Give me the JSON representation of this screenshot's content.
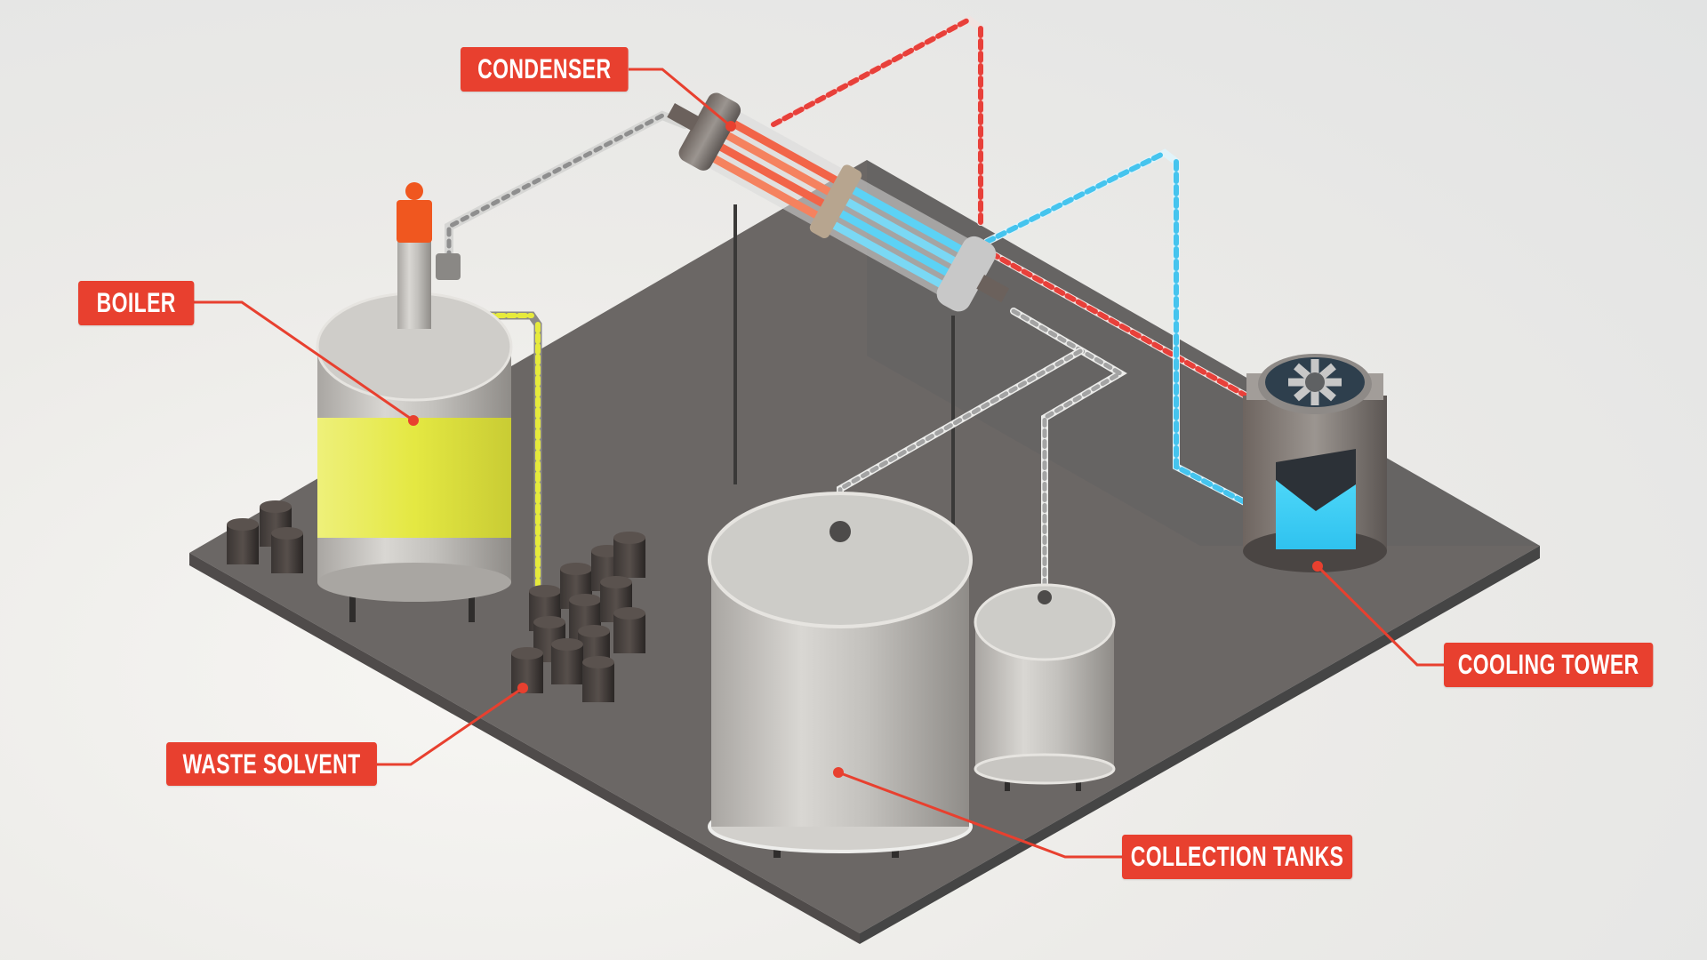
{
  "diagram": {
    "type": "isometric process illustration",
    "subject": "solvent distillation / recovery system",
    "colors": {
      "label_bg": "#e8402f",
      "label_text": "#ffffff",
      "leader_line": "#e8402f",
      "platform_top": "#6a6664",
      "platform_side": "#4e4b4a",
      "hot_line": "#e8403a",
      "cold_line": "#45c4ee",
      "solvent_line": "#e6ea3c",
      "vapor_line": "#c9c9c9",
      "boiler_liquid": "#e6ea4a",
      "cooling_water": "#3fd0f5",
      "steel": "#bdbbb7"
    }
  },
  "labels": [
    {
      "id": "condenser",
      "text": "CONDENSER"
    },
    {
      "id": "boiler",
      "text": "BOILER"
    },
    {
      "id": "waste-solvent",
      "text": "WASTE SOLVENT"
    },
    {
      "id": "cooling-tower",
      "text": "COOLING TOWER"
    },
    {
      "id": "collection-tanks",
      "text": "COLLECTION TANKS"
    }
  ],
  "components": [
    {
      "id": "boiler",
      "name": "Boiler"
    },
    {
      "id": "condenser",
      "name": "Condenser"
    },
    {
      "id": "cooling-tower",
      "name": "Cooling Tower"
    },
    {
      "id": "collection-tank-large",
      "name": "Collection Tank (large)"
    },
    {
      "id": "collection-tank-small",
      "name": "Collection Tank (small)"
    },
    {
      "id": "waste-solvent-drums",
      "name": "Waste Solvent drums"
    }
  ]
}
